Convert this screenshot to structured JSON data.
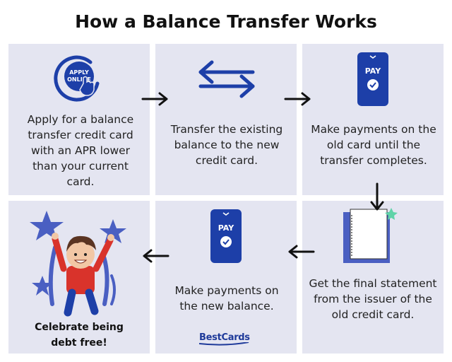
{
  "title": "How a Balance Transfer Works",
  "steps": {
    "s1": "Apply for a balance transfer credit card with an APR lower than your current card.",
    "s2": "Transfer the existing balance to the new credit card.",
    "s3": "Make payments on the old card until the transfer completes.",
    "s4": "Get the final statement from the issuer of the old credit card.",
    "s5": "Make payments on the new balance.",
    "s6": "Celebrate being debt free!"
  },
  "icons": {
    "apply_line1": "APPLY",
    "apply_line2": "ONLINE",
    "pay_label": "PAY"
  },
  "brand": "BestCards",
  "colors": {
    "panel": "#e4e5f1",
    "icon_blue": "#1d3fa8",
    "star": "#4a5fc2",
    "accent_green": "#5fd3a8"
  }
}
